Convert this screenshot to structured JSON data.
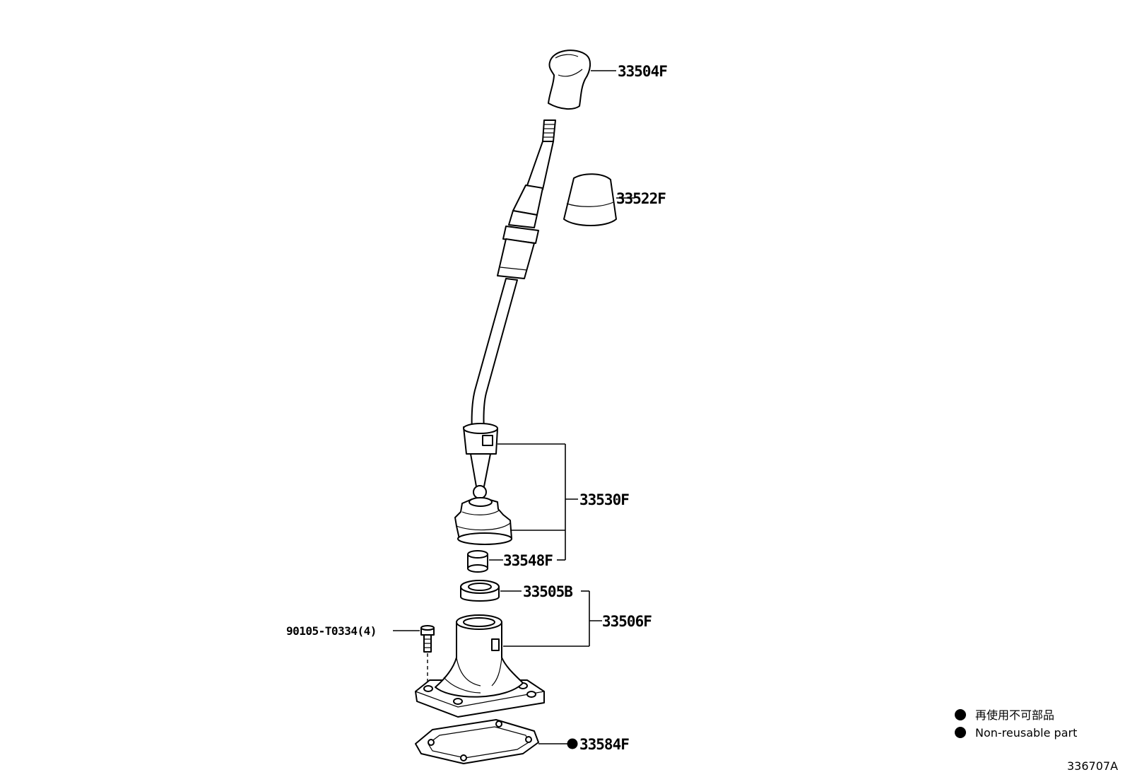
{
  "parts": {
    "knob": "33504F",
    "knob_cover": "33522F",
    "lever_assy": "33530F",
    "bushing": "33548F",
    "seal": "33505B",
    "retainer": "33506F",
    "bolt": "90105-T0334(4)",
    "gasket": "33584F"
  },
  "legend": {
    "japanese": "再使用不可部品",
    "english": "Non-reusable part"
  },
  "diagram_id": "336707A",
  "colors": {
    "ink": "#000000",
    "paper": "#ffffff"
  },
  "icons": {
    "non_reusable_marker": "filled-circle"
  }
}
